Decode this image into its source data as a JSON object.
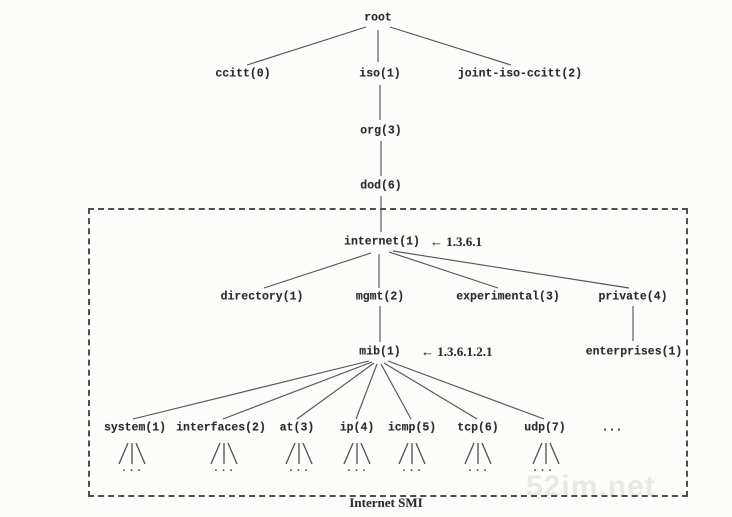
{
  "diagram": {
    "caption": "Internet SMI",
    "watermark": "52im.net",
    "subtree_ellipsis": "...",
    "nodes": {
      "root": {
        "label": "root"
      },
      "ccitt": {
        "label": "ccitt(0)"
      },
      "iso": {
        "label": "iso(1)"
      },
      "joint": {
        "label": "joint-iso-ccitt(2)"
      },
      "org": {
        "label": "org(3)"
      },
      "dod": {
        "label": "dod(6)"
      },
      "internet": {
        "label": "internet(1)",
        "annotation": "← 1.3.6.1"
      },
      "directory": {
        "label": "directory(1)"
      },
      "mgmt": {
        "label": "mgmt(2)"
      },
      "experimental": {
        "label": "experimental(3)"
      },
      "private": {
        "label": "private(4)"
      },
      "mib": {
        "label": "mib(1)",
        "annotation": "← 1.3.6.1.2.1"
      },
      "enterprises": {
        "label": "enterprises(1)"
      },
      "system": {
        "label": "system(1)"
      },
      "interfaces": {
        "label": "interfaces(2)"
      },
      "at": {
        "label": "at(3)"
      },
      "ip": {
        "label": "ip(4)"
      },
      "icmp": {
        "label": "icmp(5)"
      },
      "tcp": {
        "label": "tcp(6)"
      },
      "udp": {
        "label": "udp(7)"
      },
      "more": {
        "label": "..."
      }
    },
    "hierarchy": {
      "root": [
        "ccitt",
        "iso",
        "joint"
      ],
      "iso": [
        "org"
      ],
      "org": [
        "dod"
      ],
      "dod": [
        "internet"
      ],
      "internet": [
        "directory",
        "mgmt",
        "experimental",
        "private"
      ],
      "mgmt": [
        "mib"
      ],
      "private": [
        "enterprises"
      ],
      "mib": [
        "system",
        "interfaces",
        "at",
        "ip",
        "icmp",
        "tcp",
        "udp",
        "more"
      ]
    },
    "colors": {
      "background": "#fcfcfb",
      "text": "#2c2c2c",
      "line": "#565656",
      "box_border": "#4e4e4e",
      "watermark": "#e9e8e4"
    }
  }
}
